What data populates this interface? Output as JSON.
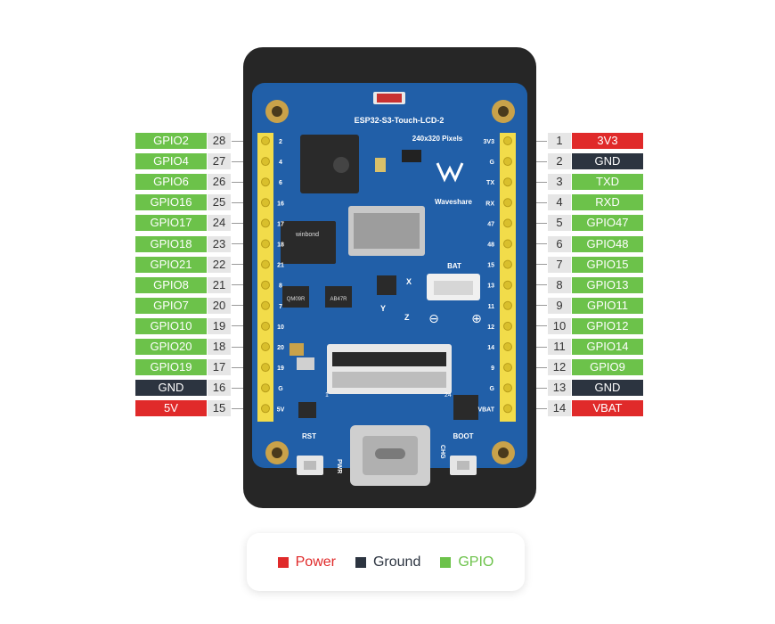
{
  "board": {
    "model": "ESP32-S3-Touch-LCD-2",
    "resolution": "240x320 Pixels",
    "brand": "Waveshare",
    "component_labels": {
      "bat": "BAT",
      "rst": "RST",
      "boot": "BOOT",
      "pwr": "PWR",
      "chg": "CHG",
      "flash": "winbond",
      "ldo1": "QM09R",
      "ldo2": "AB47R",
      "fpc_pin1": "1",
      "fpc_pin24": "24",
      "axis_x": "X",
      "axis_y": "Y",
      "axis_z": "Z",
      "minus": "⊖",
      "plus": "⊕"
    }
  },
  "pins_left": [
    {
      "label": "GPIO2",
      "num": "28",
      "silk": "2",
      "type": "gpio"
    },
    {
      "label": "GPIO4",
      "num": "27",
      "silk": "4",
      "type": "gpio"
    },
    {
      "label": "GPIO6",
      "num": "26",
      "silk": "6",
      "type": "gpio"
    },
    {
      "label": "GPIO16",
      "num": "25",
      "silk": "16",
      "type": "gpio"
    },
    {
      "label": "GPIO17",
      "num": "24",
      "silk": "17",
      "type": "gpio"
    },
    {
      "label": "GPIO18",
      "num": "23",
      "silk": "18",
      "type": "gpio"
    },
    {
      "label": "GPIO21",
      "num": "22",
      "silk": "21",
      "type": "gpio"
    },
    {
      "label": "GPIO8",
      "num": "21",
      "silk": "8",
      "type": "gpio"
    },
    {
      "label": "GPIO7",
      "num": "20",
      "silk": "7",
      "type": "gpio"
    },
    {
      "label": "GPIO10",
      "num": "19",
      "silk": "10",
      "type": "gpio"
    },
    {
      "label": "GPIO20",
      "num": "18",
      "silk": "20",
      "type": "gpio"
    },
    {
      "label": "GPIO19",
      "num": "17",
      "silk": "19",
      "type": "gpio"
    },
    {
      "label": "GND",
      "num": "16",
      "silk": "G",
      "type": "ground"
    },
    {
      "label": "5V",
      "num": "15",
      "silk": "5V",
      "type": "power"
    }
  ],
  "pins_right": [
    {
      "label": "3V3",
      "num": "1",
      "silk": "3V3",
      "type": "power"
    },
    {
      "label": "GND",
      "num": "2",
      "silk": "G",
      "type": "ground"
    },
    {
      "label": "TXD",
      "num": "3",
      "silk": "TX",
      "type": "gpio"
    },
    {
      "label": "RXD",
      "num": "4",
      "silk": "RX",
      "type": "gpio"
    },
    {
      "label": "GPIO47",
      "num": "5",
      "silk": "47",
      "type": "gpio"
    },
    {
      "label": "GPIO48",
      "num": "6",
      "silk": "48",
      "type": "gpio"
    },
    {
      "label": "GPIO15",
      "num": "7",
      "silk": "15",
      "type": "gpio"
    },
    {
      "label": "GPIO13",
      "num": "8",
      "silk": "13",
      "type": "gpio"
    },
    {
      "label": "GPIO11",
      "num": "9",
      "silk": "11",
      "type": "gpio"
    },
    {
      "label": "GPIO12",
      "num": "10",
      "silk": "12",
      "type": "gpio"
    },
    {
      "label": "GPIO14",
      "num": "11",
      "silk": "14",
      "type": "gpio"
    },
    {
      "label": "GPIO9",
      "num": "12",
      "silk": "9",
      "type": "gpio"
    },
    {
      "label": "GND",
      "num": "13",
      "silk": "G",
      "type": "ground"
    },
    {
      "label": "VBAT",
      "num": "14",
      "silk": "VBAT",
      "type": "power"
    }
  ],
  "legend": {
    "power": "Power",
    "ground": "Ground",
    "gpio": "GPIO"
  },
  "colors": {
    "power": "#e02a2a",
    "ground": "#2c3440",
    "gpio": "#6cc24a",
    "pcb": "#1f5fa8",
    "bezel": "#262626",
    "header": "#f2dc4a"
  }
}
